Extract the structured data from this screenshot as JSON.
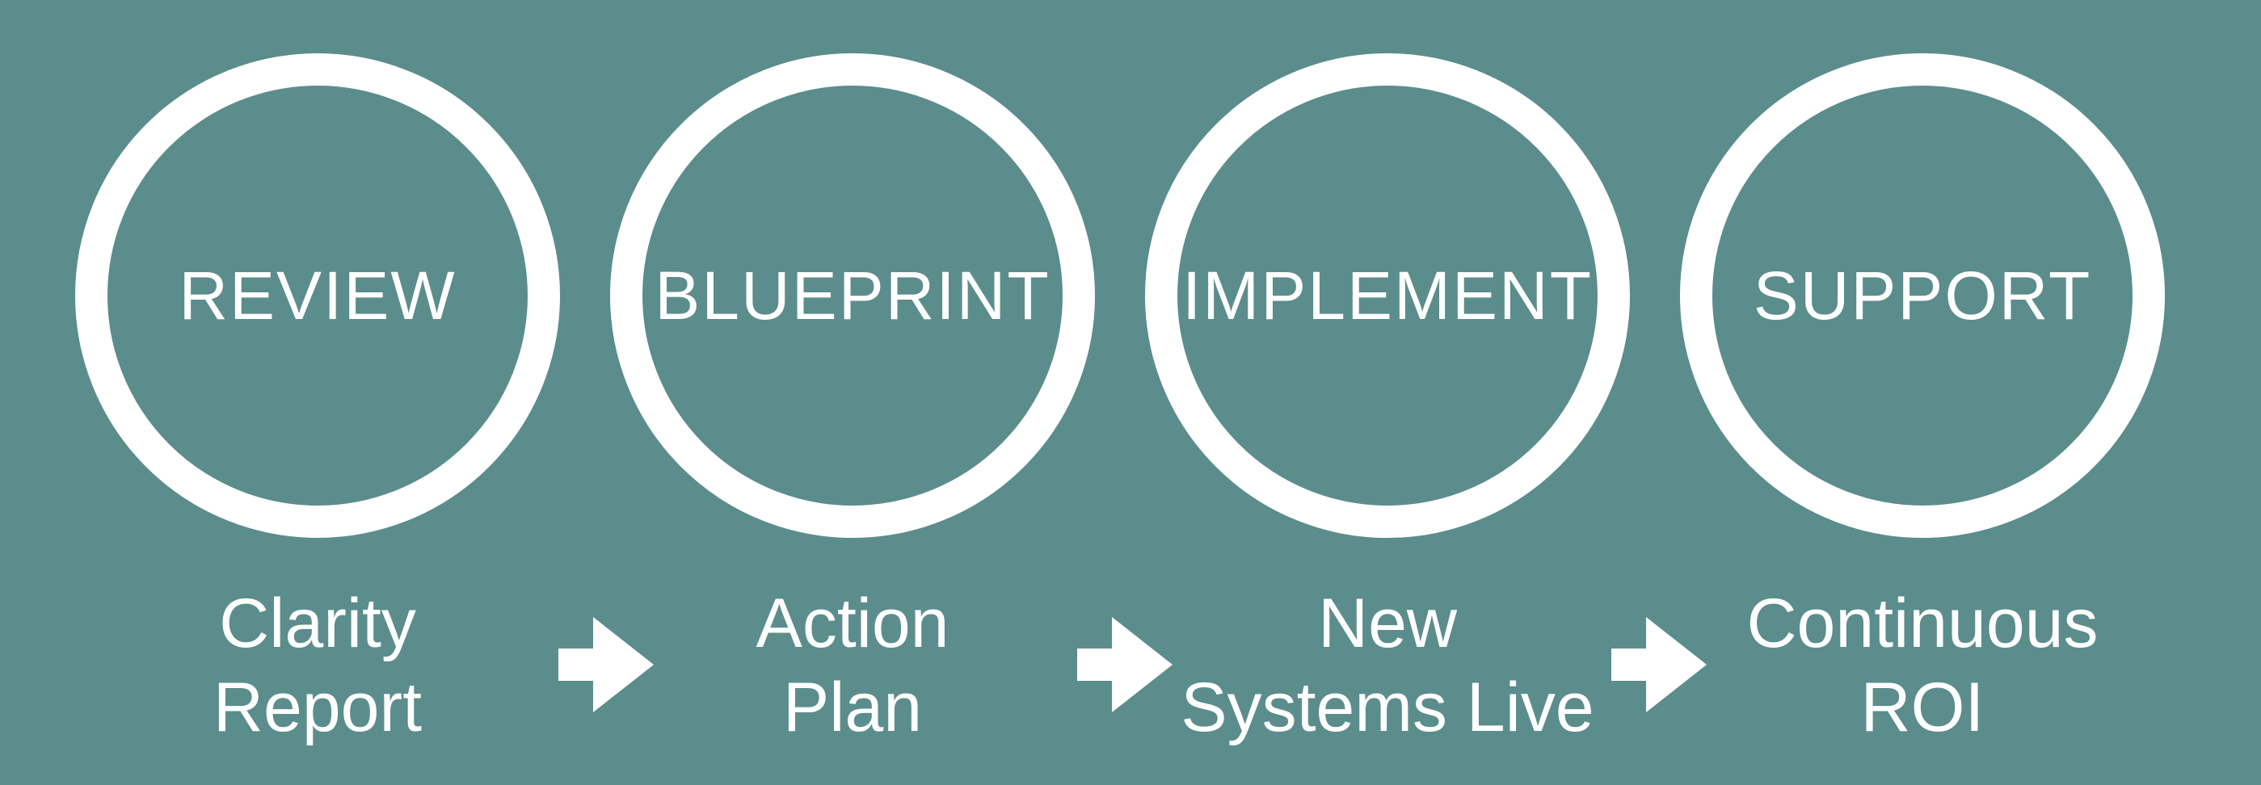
{
  "colors": {
    "background": "#5b8d8c",
    "foreground": "#ffffff"
  },
  "steps": [
    {
      "title": "REVIEW",
      "caption_line1": "Clarity",
      "caption_line2": "Report"
    },
    {
      "title": "BLUEPRINT",
      "caption_line1": "Action",
      "caption_line2": "Plan"
    },
    {
      "title": "IMPLEMENT",
      "caption_line1": "New",
      "caption_line2": "Systems Live"
    },
    {
      "title": "SUPPORT",
      "caption_line1": "Continuous",
      "caption_line2": "ROI"
    }
  ],
  "arrows": [
    "arrow-right-icon",
    "arrow-right-icon",
    "arrow-right-icon"
  ]
}
